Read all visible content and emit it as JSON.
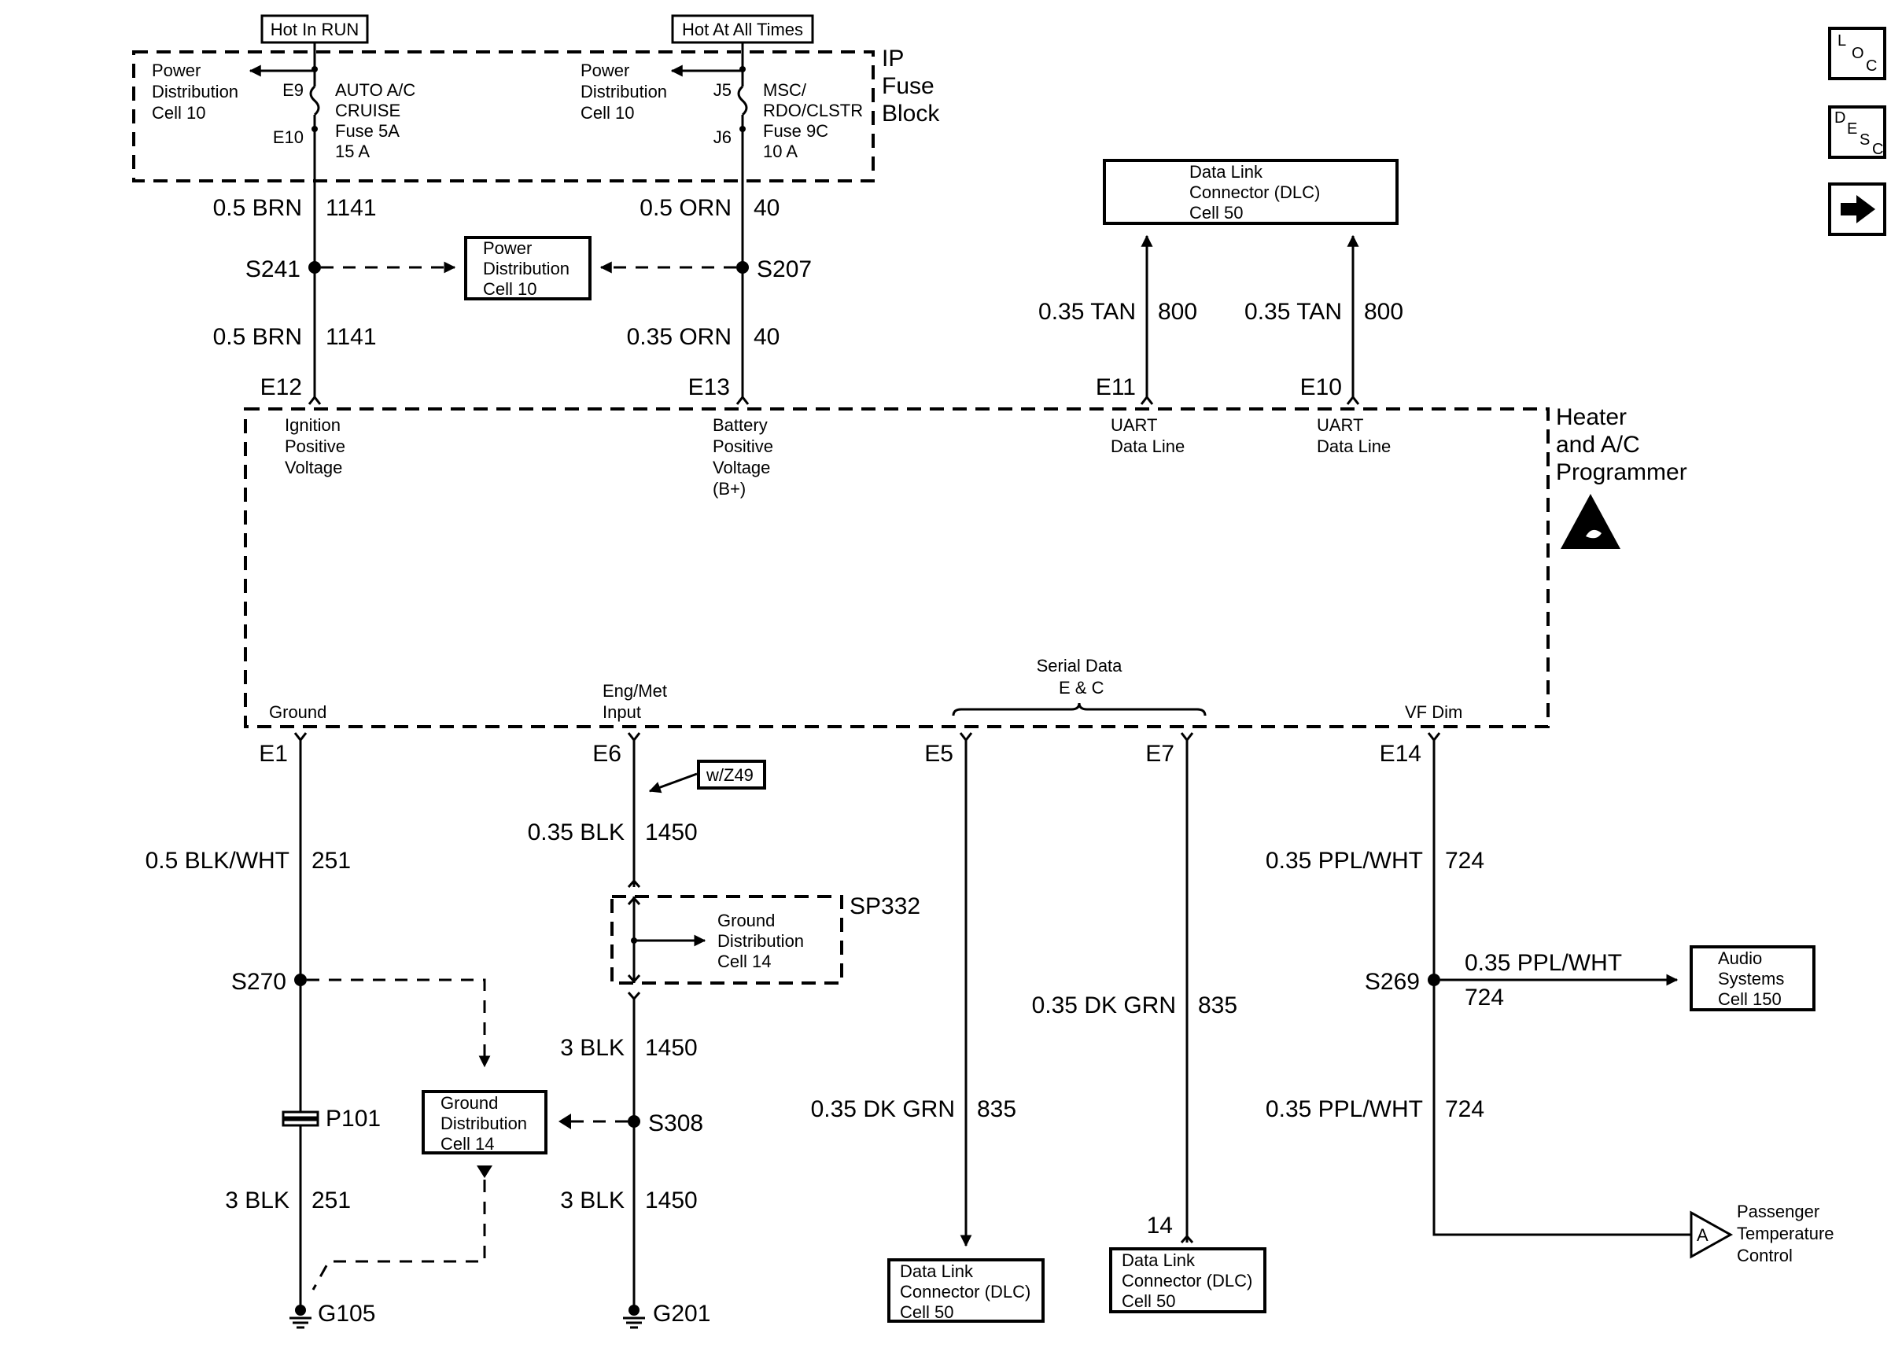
{
  "fuse_block": {
    "hot_run": "Hot In RUN",
    "hot_always": "Hot At All Times",
    "title": [
      "IP",
      "Fuse",
      "Block"
    ],
    "left": {
      "ref": [
        "Power",
        "Distribution",
        "Cell 10"
      ],
      "pin_top": "E9",
      "pin_bottom": "E10",
      "fuse": [
        "AUTO A/C",
        "CRUISE",
        "Fuse 5A",
        "15 A"
      ]
    },
    "right": {
      "ref": [
        "Power",
        "Distribution",
        "Cell 10"
      ],
      "pin_top": "J5",
      "pin_bottom": "J6",
      "fuse": [
        "MSC/",
        "RDO/CLSTR",
        "Fuse 9C",
        "10 A"
      ]
    }
  },
  "upper": {
    "w1141_a": {
      "gauge": "0.5 BRN",
      "circuit": "1141"
    },
    "w40_a": {
      "gauge": "0.5 ORN",
      "circuit": "40"
    },
    "s241": "S241",
    "s207": "S207",
    "pd_box": [
      "Power",
      "Distribution",
      "Cell 10"
    ],
    "w1141_b": {
      "gauge": "0.5 BRN",
      "circuit": "1141"
    },
    "w40_b": {
      "gauge": "0.35 ORN",
      "circuit": "40"
    },
    "dlc_top": [
      "Data Link",
      "Connector (DLC)",
      "Cell 50"
    ],
    "w800_a": {
      "gauge": "0.35 TAN",
      "circuit": "800"
    },
    "w800_b": {
      "gauge": "0.35 TAN",
      "circuit": "800"
    }
  },
  "module": {
    "title": [
      "Heater",
      "and A/C",
      "Programmer"
    ],
    "top_pins": [
      {
        "pin": "E12",
        "label": [
          "Ignition",
          "Positive",
          "Voltage"
        ]
      },
      {
        "pin": "E13",
        "label": [
          "Battery",
          "Positive",
          "Voltage",
          "(B+)"
        ]
      },
      {
        "pin": "E11",
        "label": [
          "UART",
          "Data Line"
        ]
      },
      {
        "pin": "E10",
        "label": [
          "UART",
          "Data Line"
        ]
      }
    ],
    "bottom_labels": {
      "ground": "Ground",
      "engmet": [
        "Eng/Met",
        "Input"
      ],
      "serial": [
        "Serial Data",
        "E & C"
      ],
      "vfdim": "VF Dim"
    },
    "bottom_pins": [
      "E1",
      "E6",
      "E5",
      "E7",
      "E14"
    ]
  },
  "lower": {
    "wz49": "w/Z49",
    "w251_a": {
      "gauge": "0.5 BLK/WHT",
      "circuit": "251"
    },
    "w1450_a": {
      "gauge": "0.35 BLK",
      "circuit": "1450"
    },
    "sp332": "SP332",
    "gd_box1": [
      "Ground",
      "Distribution",
      "Cell 14"
    ],
    "s270": "S270",
    "w1450_b": {
      "gauge": "3 BLK",
      "circuit": "1450"
    },
    "gd_box2": [
      "Ground",
      "Distribution",
      "Cell 14"
    ],
    "s308": "S308",
    "p101": "P101",
    "w251_b": {
      "gauge": "3 BLK",
      "circuit": "251"
    },
    "w1450_c": {
      "gauge": "3 BLK",
      "circuit": "1450"
    },
    "g105": "G105",
    "g201": "G201",
    "w835_a": {
      "gauge": "0.35 DK GRN",
      "circuit": "835"
    },
    "dlc_b1": [
      "Data Link",
      "Connector (DLC)",
      "Cell 50"
    ],
    "w835_b": {
      "gauge": "0.35 DK GRN",
      "circuit": "835"
    },
    "pin14": "14",
    "dlc_b2": [
      "Data Link",
      "Connector (DLC)",
      "Cell 50"
    ],
    "w724_a": {
      "gauge": "0.35 PPL/WHT",
      "circuit": "724"
    },
    "s269": "S269",
    "w724_br": {
      "gauge": "0.35 PPL/WHT",
      "circuit": "724"
    },
    "audio": [
      "Audio",
      "Systems",
      "Cell 150"
    ],
    "w724_b": {
      "gauge": "0.35 PPL/WHT",
      "circuit": "724"
    },
    "ptc_ref": "A",
    "ptc": [
      "Passenger",
      "Temperature",
      "Control"
    ]
  },
  "nav": {
    "loc": [
      "L",
      "O",
      "C"
    ],
    "desc": [
      "D",
      "E",
      "S",
      "C"
    ]
  }
}
